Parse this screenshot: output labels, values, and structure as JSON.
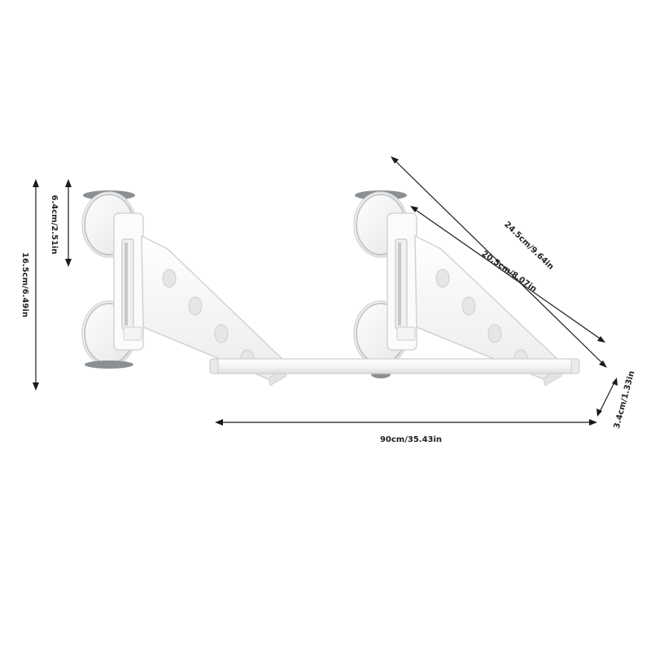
{
  "product": {
    "description_image": "folding suction cup towel rack with dimensions"
  },
  "dimensions": {
    "total_height": "16.5cm/6.49in",
    "suction_pitch": "6.4cm/2.51in",
    "arm_length_outer": "24.5cm/9.64in",
    "arm_length_inner": "20.5cm/8.07in",
    "bar_width": "90cm/35.43in",
    "arm_thickness": "3.4cm/1.33in"
  },
  "colors": {
    "body": "#f7f7f7",
    "outline": "#d9d9d9",
    "suction_ring": "#8a8f94",
    "dimension_line": "#1a1a1a"
  }
}
